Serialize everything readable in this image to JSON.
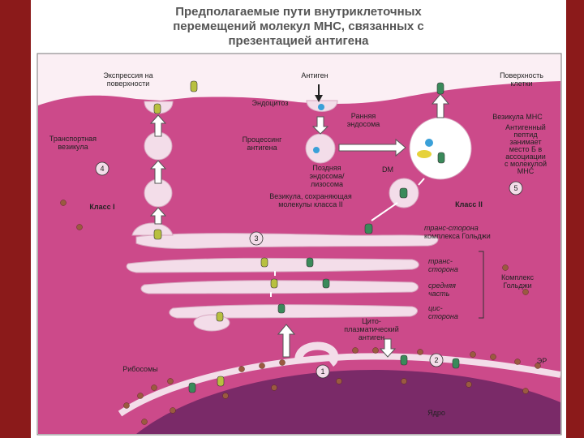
{
  "title": {
    "line1": "Предполагаемые пути внутриклеточных",
    "line2": "перемещений молекул МНС, связанных с",
    "line3": "презентацией антигена"
  },
  "labels": {
    "surface_expression_1": "Экспрессия на",
    "surface_expression_2": "поверхности",
    "antigen": "Антиген",
    "cell_surface_1": "Поверхность",
    "cell_surface_2": "клетки",
    "endocytosis": "Эндоцитоз",
    "early_endosome_1": "Ранняя",
    "early_endosome_2": "эндосома",
    "mhc_vesicle": "Везикула МНС",
    "transport_vesicle_1": "Транспортная",
    "transport_vesicle_2": "везикула",
    "antigen_processing_1": "Процессинг",
    "antigen_processing_2": "антигена",
    "peptide_1": "Антигенный",
    "peptide_2": "пептид",
    "peptide_3": "занимает",
    "peptide_4": "место Б в",
    "peptide_5": "ассоциации",
    "peptide_6": "с молекулой",
    "peptide_7": "МНС",
    "late_endosome_1": "Поздняя",
    "late_endosome_2": "эндосома/",
    "late_endosome_3": "лизосома",
    "dm": "DM",
    "class1": "Класс I",
    "class2": "Класс II",
    "class2_vesicle_1": "Везикула, сохраняющая",
    "class2_vesicle_2": "молекулы класса II",
    "trans_golgi_1": "транс-сторона",
    "trans_golgi_2": "комплекса Гольджи",
    "trans_side_1": "транс-",
    "trans_side_2": "сторона",
    "middle_1": "средняя",
    "middle_2": "часть",
    "cis_1": "цис-",
    "cis_2": "сторона",
    "golgi_1": "Комплекс",
    "golgi_2": "Гольджи",
    "cyto_1": "Цито-",
    "cyto_2": "плазматический",
    "cyto_3": "антиген",
    "ribosomes": "Рибосомы",
    "er": "ЭР",
    "nucleus": "Ядро"
  },
  "numbers": {
    "n1": "1",
    "n2": "2",
    "n3": "3",
    "n4": "4",
    "n5": "5"
  },
  "colors": {
    "cytoplasm": "#cc4a8a",
    "membrane": "#f0d7e5",
    "nucleus": "#7a2a68",
    "mhc1": "#b8c040",
    "mhc2": "#3a8a5a",
    "ribosome": "#9a5a40",
    "background": "#8b1a1a"
  }
}
